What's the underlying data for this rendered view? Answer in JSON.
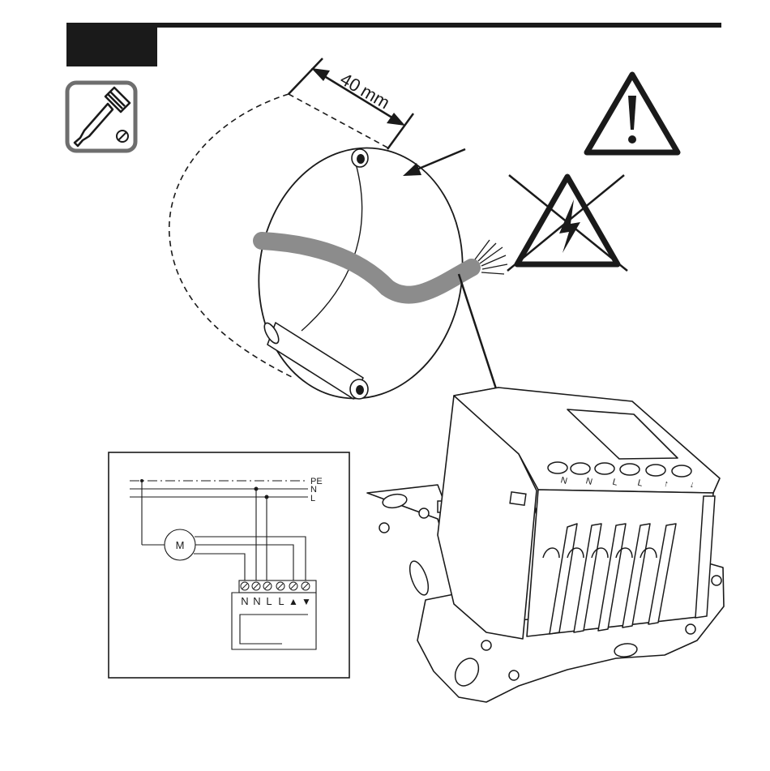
{
  "measurement": {
    "value": "40",
    "unit": "mm"
  },
  "wiring_diagram": {
    "bus_labels": [
      "PE",
      "N",
      "L"
    ],
    "motor_label": "M",
    "terminal_labels": [
      "N",
      "N",
      "L",
      "L",
      "▲",
      "▼"
    ]
  },
  "device": {
    "terminal_labels": [
      "N",
      "N",
      "L",
      "L",
      "↑",
      "↓"
    ]
  },
  "colors": {
    "ink": "#1a1a1a",
    "cable": "#8c8c8c",
    "tool_frame": "#6e6e6e",
    "white": "#ffffff"
  },
  "icons": [
    "screwdriver-icon",
    "warning-icon",
    "no-voltage-icon"
  ]
}
